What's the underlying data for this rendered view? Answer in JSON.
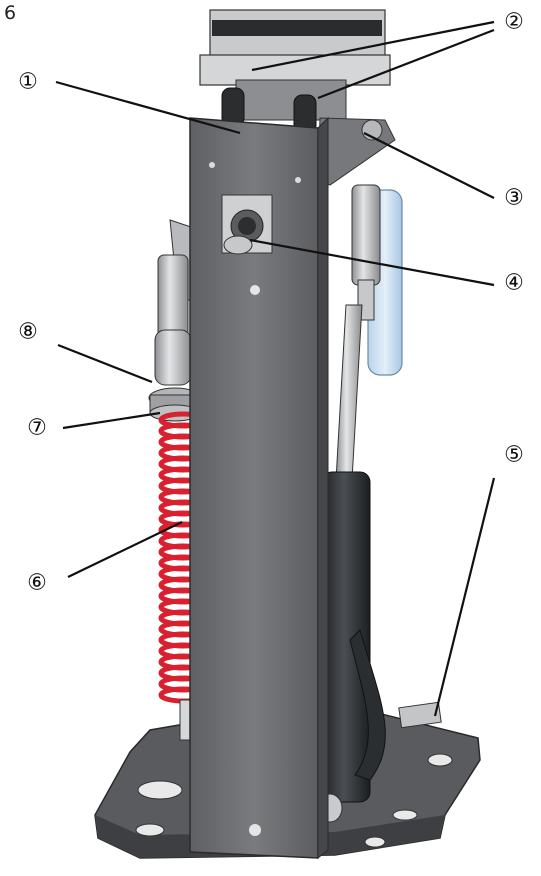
{
  "figure": {
    "number": "6"
  },
  "callouts": [
    {
      "id": "1",
      "label": "①"
    },
    {
      "id": "2",
      "label": "②"
    },
    {
      "id": "3",
      "label": "③"
    },
    {
      "id": "4",
      "label": "④"
    },
    {
      "id": "5",
      "label": "⑤"
    },
    {
      "id": "6",
      "label": "⑥"
    },
    {
      "id": "7",
      "label": "⑦"
    },
    {
      "id": "8",
      "label": "⑧"
    }
  ],
  "colors": {
    "plate": "#6e6f72",
    "plate_dark": "#4c4d50",
    "spring": "#d8202e",
    "actuator": "#2e3235",
    "glass": "#cfe3f3",
    "metal_light": "#d9dadb"
  }
}
